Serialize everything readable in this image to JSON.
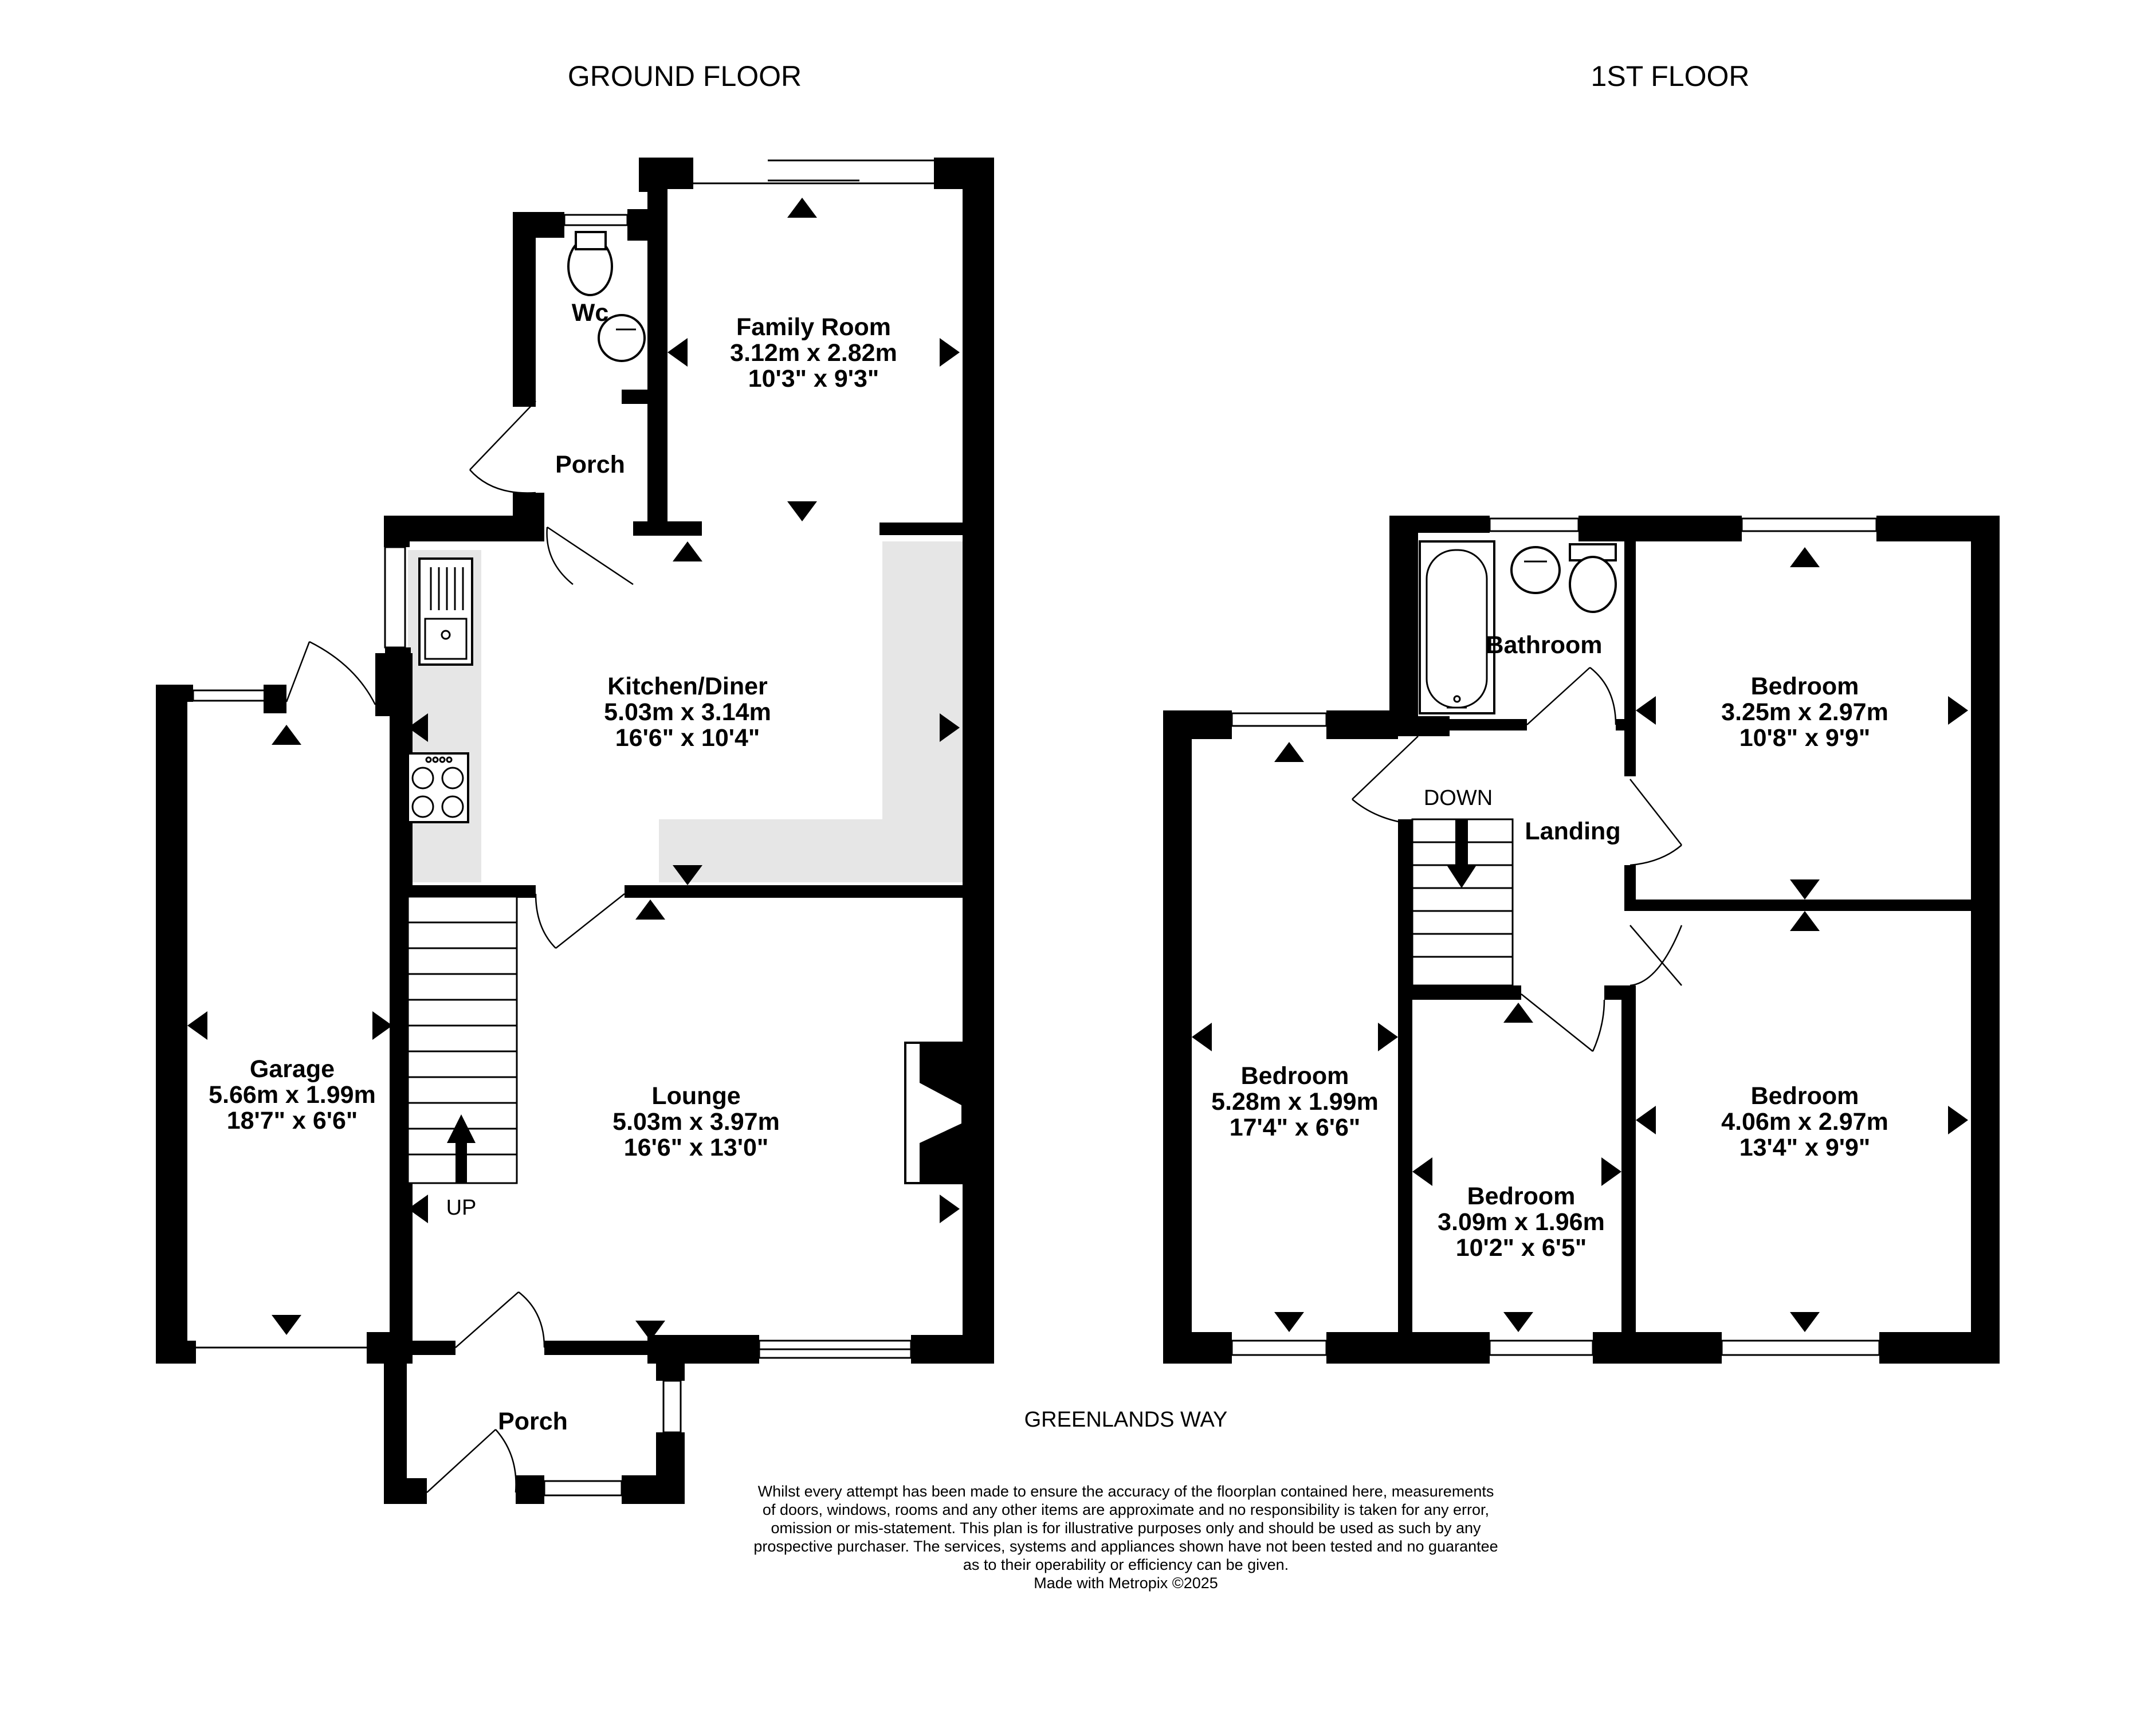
{
  "headings": {
    "ground_floor": "GROUND FLOOR",
    "first_floor": "1ST FLOOR"
  },
  "ground_floor_rooms": [
    {
      "name": "Family Room",
      "size_m": "3.12m  x 2.82m",
      "size_ft": "10'3\"  x 9'3\""
    },
    {
      "name": "Kitchen/Diner",
      "size_m": "5.03m  x 3.14m",
      "size_ft": "16'6\"  x 10'4\""
    },
    {
      "name": "Garage",
      "size_m": "5.66m  x 1.99m",
      "size_ft": "18'7\"  x 6'6\""
    },
    {
      "name": "Lounge",
      "size_m": "5.03m  x 3.97m",
      "size_ft": "16'6\"  x 13'0\""
    }
  ],
  "first_floor_rooms": [
    {
      "name": "Bedroom",
      "size_m": "3.25m  x 2.97m",
      "size_ft": "10'8\"  x 9'9\""
    },
    {
      "name": "Bedroom",
      "size_m": "5.28m  x 1.99m",
      "size_ft": "17'4\"  x 6'6\""
    },
    {
      "name": "Bedroom",
      "size_m": "4.06m  x 2.97m",
      "size_ft": "13'4\"  x 9'9\""
    },
    {
      "name": "Bedroom",
      "size_m": "3.09m  x 1.96m",
      "size_ft": "10'2\"  x 6'5\""
    }
  ],
  "labels": {
    "wc": "Wc",
    "porch_rear": "Porch",
    "porch_front": "Porch",
    "bathroom": "Bathroom",
    "landing": "Landing",
    "up": "UP",
    "down": "DOWN",
    "street": "GREENLANDS WAY"
  },
  "disclaimer": [
    "Whilst every attempt has been made to ensure the accuracy of the floorplan contained here, measurements",
    "of doors, windows, rooms and any other items are approximate and no responsibility is taken for any error,",
    "omission or mis-statement. This plan is for illustrative purposes only and should be used as such by any",
    "prospective purchaser. The services, systems and appliances shown have not been tested and no guarantee",
    "as to their operability or efficiency can be given.",
    "Made with Metropix ©2025"
  ]
}
